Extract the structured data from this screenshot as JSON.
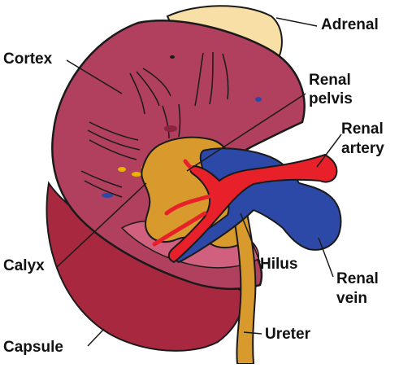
{
  "labels": {
    "adrenal": "Adrenal",
    "cortex": "Cortex",
    "renal_pelvis_line1": "Renal",
    "renal_pelvis_line2": "pelvis",
    "renal_artery_line1": "Renal",
    "renal_artery_line2": "artery",
    "calyx": "Calyx",
    "hilus": "Hilus",
    "renal_vein_line1": "Renal",
    "renal_vein_line2": "vein",
    "capsule": "Capsule",
    "ureter": "Ureter"
  },
  "colors": {
    "capsule": "#A8283F",
    "cortex": "#B0405E",
    "inner_cortex": "#D0607E",
    "pelvis": "#D89A2C",
    "adrenal": "#F7DFA6",
    "artery": "#E8202A",
    "vein": "#2D49A8",
    "outline": "#1A1A1A",
    "background": "#FFFFFF"
  }
}
